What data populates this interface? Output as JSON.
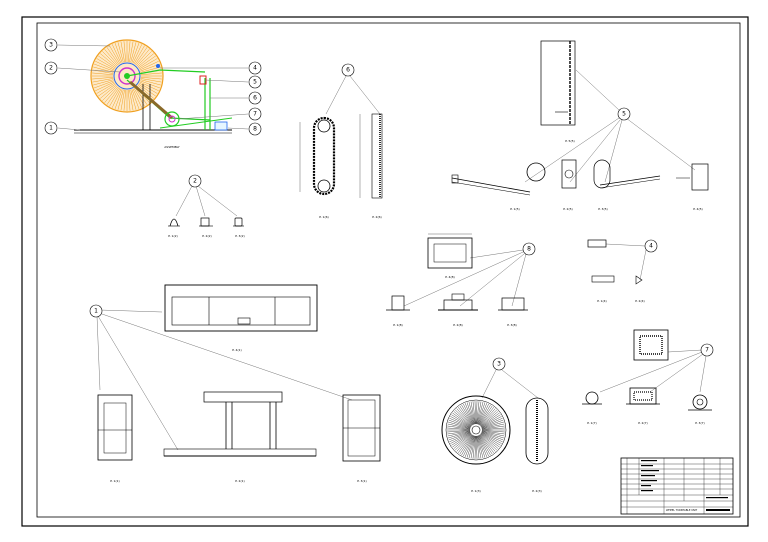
{
  "drawing": {
    "callouts": [
      "1",
      "2",
      "3",
      "4",
      "5",
      "6",
      "7",
      "8"
    ],
    "captions": {
      "assembly": "ASSEMBLY",
      "sec1_a": "P. 1(1)",
      "sec1_b": "P. 2(1)",
      "sec1_c": "P. 3(1)",
      "sec1_plan": "P. 4(1)",
      "sec2_a": "P. 1(2)",
      "sec2_b": "P. 2(2)",
      "sec2_c": "P. 3(2)",
      "sec3_a": "P. 1(3)",
      "sec3_b": "P. 2(3)",
      "sec4_a": "P. 1(4)",
      "sec4_b": "P. 2(4)",
      "sec5_a": "P. 1(5)",
      "sec5_b": "P. 2(5)",
      "sec5_c": "P. 3(5)",
      "sec5_d": "P. 4(5)",
      "sec5_top": "P. 5(5)",
      "sec6_a": "P. 1(6)",
      "sec6_b": "P. 2(6)",
      "sec7_a": "P. 1(7)",
      "sec7_b": "P. 2(7)",
      "sec7_c": "P. 3(7)",
      "sec8_a": "P. 1(8)",
      "sec8_b": "P. 2(8)",
      "sec8_c": "P. 3(8)",
      "sec8_top": "P. 4(8)"
    },
    "title_block": {
      "drawing_title": "WHEEL TURNTABLE UNIT"
    },
    "colors": {
      "wheel": "#f0a020",
      "frame": "#22cc22",
      "hub": "#cc33cc",
      "drive": "#2266ee",
      "bracket": "#dd2222",
      "line": "#000000",
      "leader": "#777777"
    }
  }
}
